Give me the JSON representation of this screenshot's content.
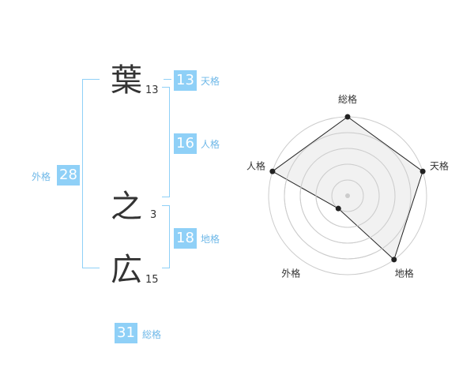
{
  "characters": [
    {
      "char": "葉",
      "strokes": "13"
    },
    {
      "char": "之",
      "strokes": "3"
    },
    {
      "char": "広",
      "strokes": "15"
    }
  ],
  "kaku": {
    "ten": {
      "value": "13",
      "label": "天格"
    },
    "jin": {
      "value": "16",
      "label": "人格"
    },
    "chi": {
      "value": "18",
      "label": "地格"
    },
    "gai": {
      "value": "28",
      "label": "外格"
    },
    "so": {
      "value": "31",
      "label": "総格"
    }
  },
  "radar": {
    "axes": [
      "総格",
      "天格",
      "地格",
      "外格",
      "人格"
    ],
    "values": [
      1.0,
      1.0,
      1.0,
      0.2,
      1.0
    ],
    "rings": 5,
    "colors": {
      "ring": "#cccccc",
      "fill": "#eeeeee",
      "line": "#222222",
      "center": "#cccccc"
    }
  }
}
